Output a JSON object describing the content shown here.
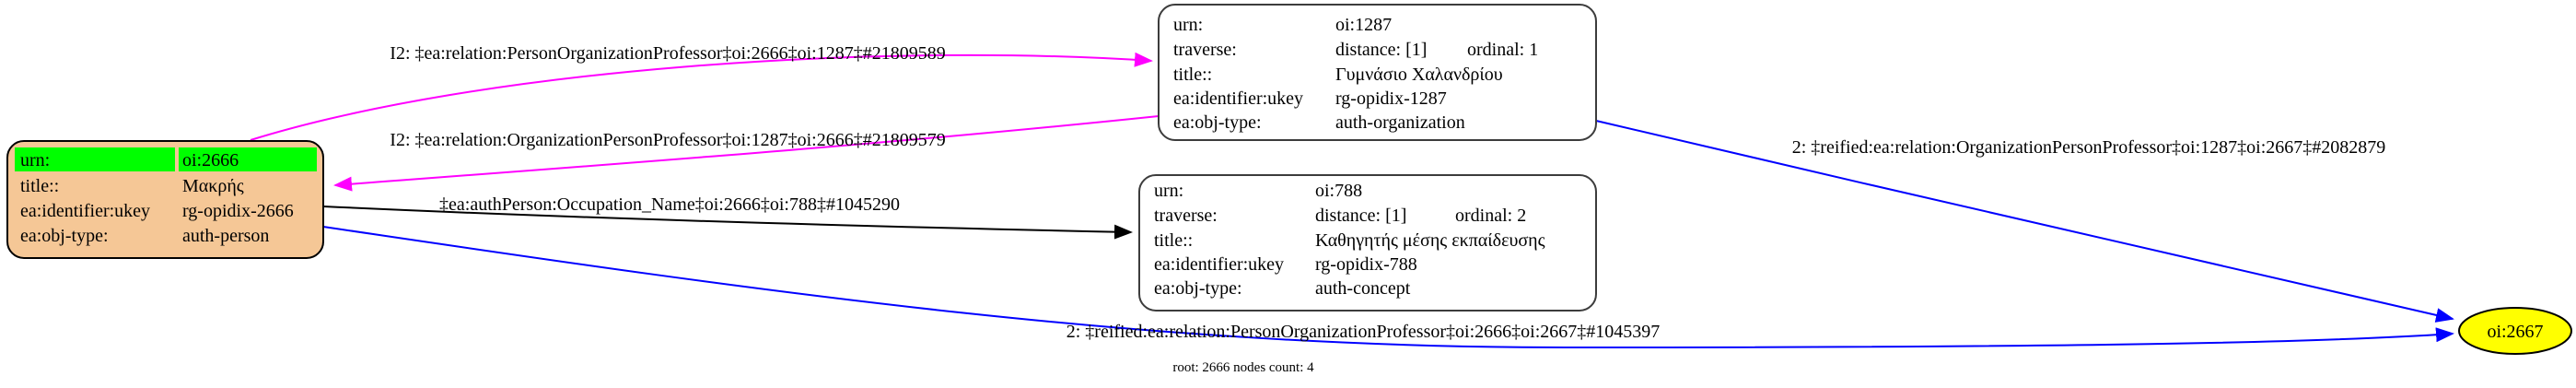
{
  "graph": {
    "caption": "root: 2666 nodes count: 4",
    "colors": {
      "relation_edge": "#ff00ff",
      "attribute_edge": "#000000",
      "reified_edge": "#0000ff",
      "person_node_fill": "#f5c796",
      "highlight_fill": "#00ff00",
      "result_node_fill": "#ffff00"
    },
    "nodes": {
      "person_2666": {
        "rows": [
          {
            "label": "urn:",
            "value": "oi:2666"
          },
          {
            "label": "title::",
            "value": "Μακρής"
          },
          {
            "label": "ea:identifier:ukey",
            "value": "rg-opidix-2666"
          },
          {
            "label": "ea:obj-type:",
            "value": "auth-person"
          }
        ]
      },
      "organization_1287": {
        "rows": [
          {
            "label": "urn:",
            "value": "oi:1287"
          },
          {
            "label": "traverse:",
            "value": "distance: [1]",
            "value2": "ordinal: 1"
          },
          {
            "label": "title::",
            "value": "Γυμνάσιο Χαλανδρίου"
          },
          {
            "label": "ea:identifier:ukey",
            "value": "rg-opidix-1287"
          },
          {
            "label": "ea:obj-type:",
            "value": "auth-organization"
          }
        ]
      },
      "concept_788": {
        "rows": [
          {
            "label": "urn:",
            "value": "oi:788"
          },
          {
            "label": "traverse:",
            "value": "distance: [1]",
            "value2": "ordinal: 2"
          },
          {
            "label": "title::",
            "value": "Καθηγητής μέσης εκπαίδευσης"
          },
          {
            "label": "ea:identifier:ukey",
            "value": "rg-opidix-788"
          },
          {
            "label": "ea:obj-type:",
            "value": "auth-concept"
          }
        ]
      },
      "result_2667": {
        "label": "oi:2667"
      }
    },
    "edges": [
      {
        "label": "I2: ‡ea:relation:PersonOrganizationProfessor‡oi:2666‡oi:1287‡#21809589"
      },
      {
        "label": "I2: ‡ea:relation:OrganizationPersonProfessor‡oi:1287‡oi:2666‡#21809579"
      },
      {
        "label": "‡ea:authPerson:Occupation_Name‡oi:2666‡oi:788‡#1045290"
      },
      {
        "label": "2: ‡reified:ea:relation:OrganizationPersonProfessor‡oi:1287‡oi:2667‡#2082879"
      },
      {
        "label": "2: ‡reified:ea:relation:PersonOrganizationProfessor‡oi:2666‡oi:2667‡#1045397"
      }
    ]
  }
}
